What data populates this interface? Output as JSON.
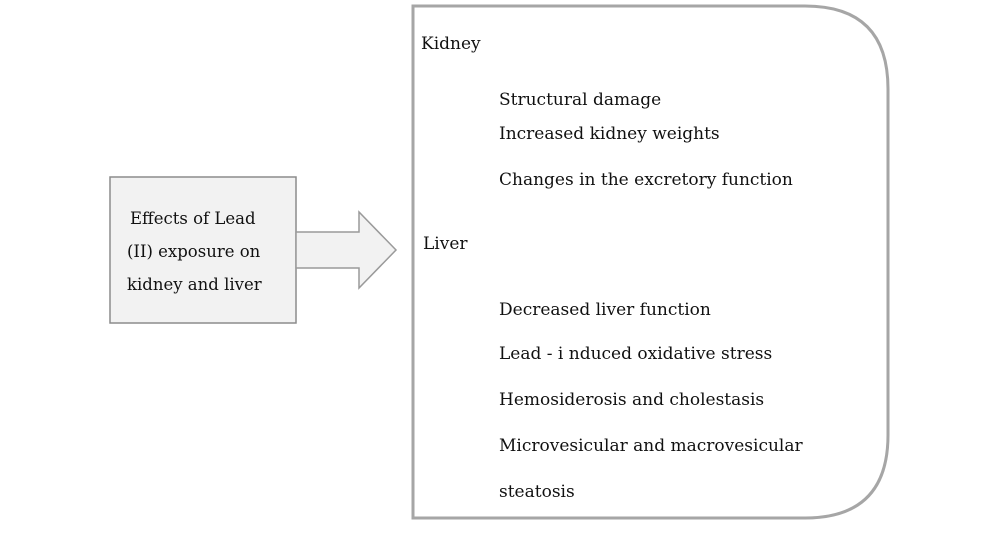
{
  "colors": {
    "box_stroke": "#a6a6a6",
    "source_fill": "#f2f2f2",
    "source_stroke": "#8c8c8c",
    "text": "#111111"
  },
  "source": {
    "lines": [
      "Effects  of Lead",
      "(II) exposure on",
      "kidney and liver"
    ]
  },
  "effects": {
    "kidney": {
      "heading": "Kidney",
      "items": [
        "Structural damage",
        "Increased kidney weights",
        "Changes in the excretory function"
      ]
    },
    "liver": {
      "heading": "Liver",
      "items": [
        "Decreased liver function",
        "Lead - i nduced oxidative stress",
        "Hemosiderosis and cholestasis",
        "Microvesicular and macrovesicular",
        "steatosis"
      ]
    }
  }
}
